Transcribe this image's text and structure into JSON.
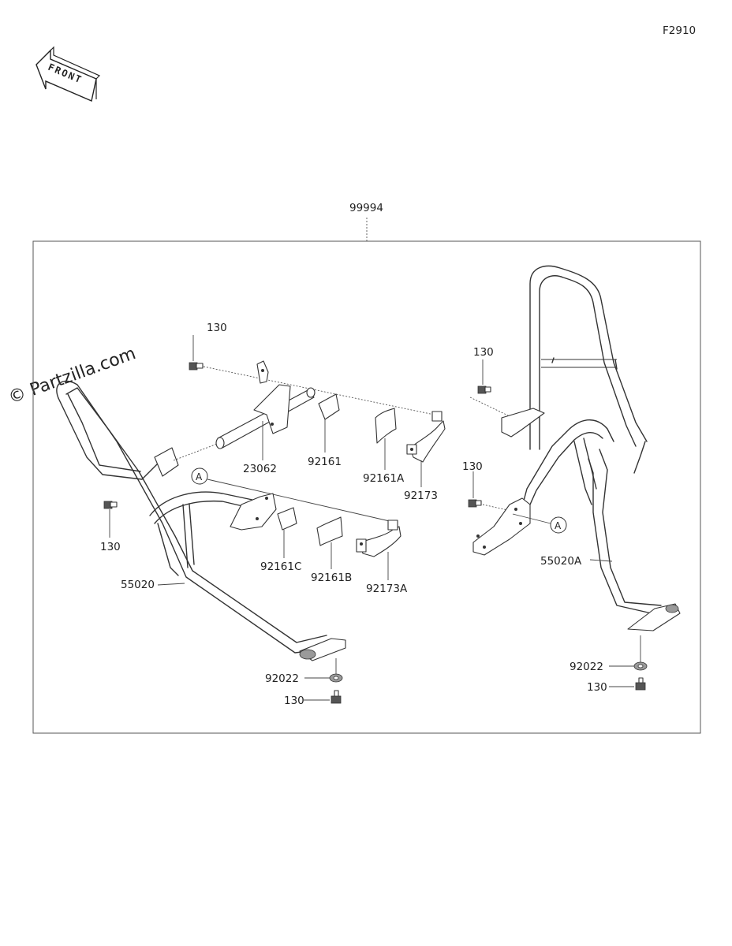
{
  "figure_code": "F2910",
  "front_label": "FRONT",
  "watermark": "© Partzilla.com",
  "kit_label": "99994",
  "ref_marker": "A",
  "parts": {
    "bolt_top_left": "130",
    "bolt_top_right": "130",
    "bolt_right_mid": "130",
    "bolt_left": "130",
    "bolt_bottom_left": "130",
    "bolt_bottom_right": "130",
    "crossbar": "23062",
    "pad_a": "92161",
    "pad_b": "92161A",
    "pad_c": "92161C",
    "pad_d": "92161B",
    "clamp_a": "92173",
    "clamp_b": "92173A",
    "guard_left": "55020",
    "guard_right": "55020A",
    "washer_left": "92022",
    "washer_right": "92022"
  }
}
